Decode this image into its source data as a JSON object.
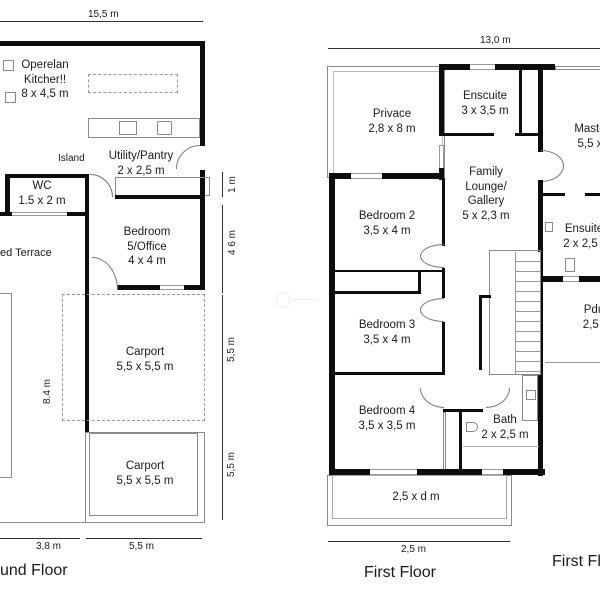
{
  "ground_floor": {
    "title": "und Floor",
    "width_dim": "15,5 m",
    "rooms": {
      "kitchen": {
        "name1": "Operelan",
        "name2": "Kitcher!!",
        "size": "8 x 4,5 m"
      },
      "island": "Island",
      "utility": {
        "name": "Utility/Pantry",
        "size": "2 x 2,5 m"
      },
      "wc": {
        "name": "WC",
        "size": "1.5 x 2 m"
      },
      "terrace": {
        "name": "ed Terrace"
      },
      "bedroom5": {
        "name1": "Bedroom",
        "name2": "5/Office",
        "size": "4 x 4 m"
      },
      "carport1": {
        "name": "Carport",
        "size": "5,5 x 5,5 m"
      },
      "carport2": {
        "name": "Carport",
        "size": "5,5 x 5,5 m"
      }
    },
    "dims": {
      "d1": "1 m",
      "d2": "4 6 m",
      "d3": "5,5 m",
      "d4": "5,5 m",
      "terrace_depth": "8.4 m",
      "bottom1": "3,8 m",
      "bottom2": "5,5 m"
    }
  },
  "first_floor": {
    "title": "First Floor",
    "width_dim": "13,0 m",
    "rooms": {
      "privace": {
        "name": "Privace",
        "size": "2,8 x 8 m"
      },
      "ensuite1": {
        "name": "Enscuite",
        "size": "3 x 3,5 m"
      },
      "master": {
        "name": "Maste",
        "size": "5,5 x"
      },
      "lounge": {
        "name1": "Family",
        "name2": "Lounge/",
        "name3": "Gallery",
        "size": "5 x 2,3 m"
      },
      "ensuite2": {
        "name": "Ensuite",
        "size": "2 x 2,5 r"
      },
      "bedroom2": {
        "name": "Bedroom 2",
        "size": "3,5 x 4 m"
      },
      "bedroom3": {
        "name": "Bedroom 3",
        "size": "3,5 x 4 m"
      },
      "bedroom4": {
        "name": "Bedroom 4",
        "size": "3,5 x 3,5 m"
      },
      "bath": {
        "name": "Bath",
        "size": "2 x 2,5 m"
      },
      "pdu": {
        "name": "Pdu",
        "size": "2,5 :"
      },
      "balcony": {
        "size": "2,5 x d m"
      }
    },
    "bottom_dim": "2,5 m"
  },
  "first_floor_2": {
    "title": "First Fl"
  }
}
